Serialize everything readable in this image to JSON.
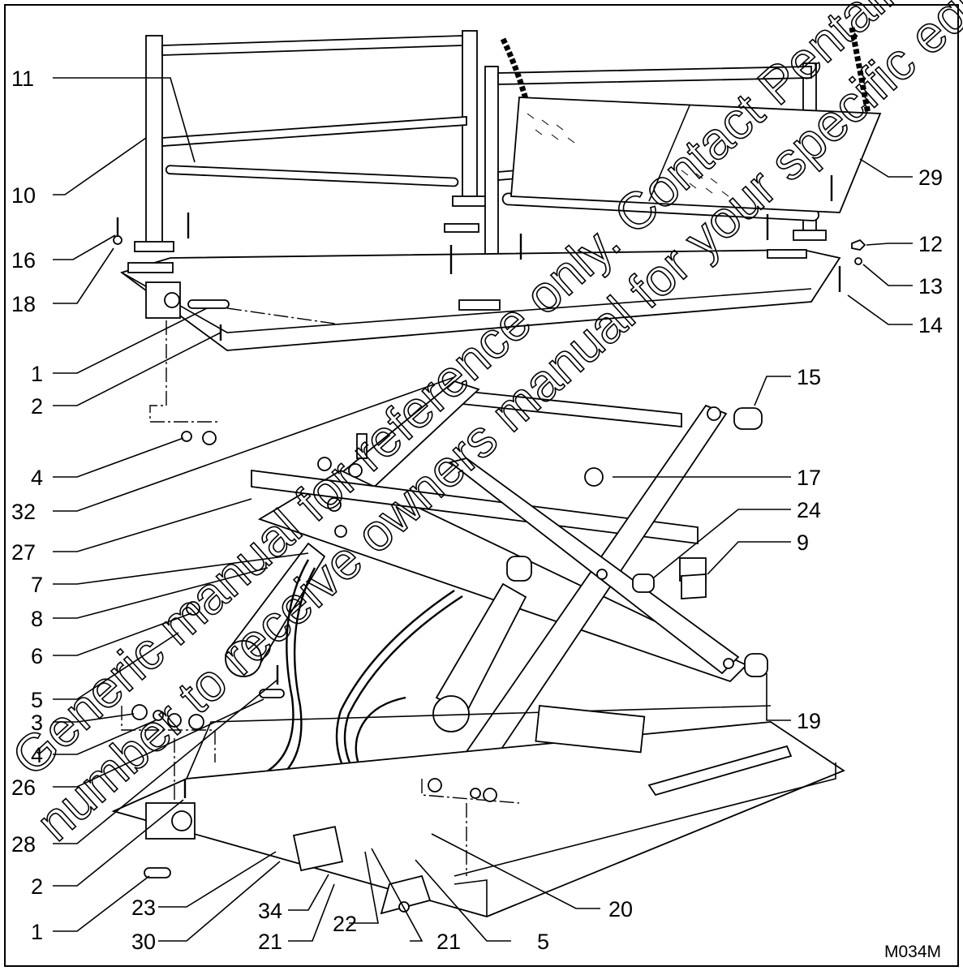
{
  "diagram": {
    "drawing_code": "M034M",
    "watermark": [
      "Generic manual for reference only. Contact Pentalift with product",
      "number to receive owners manual for your specific equipment."
    ],
    "callouts": [
      {
        "id": "c11",
        "label": "11"
      },
      {
        "id": "c10",
        "label": "10"
      },
      {
        "id": "c16",
        "label": "16"
      },
      {
        "id": "c18",
        "label": "18"
      },
      {
        "id": "c1a",
        "label": "1"
      },
      {
        "id": "c2a",
        "label": "2"
      },
      {
        "id": "c4a",
        "label": "4"
      },
      {
        "id": "c32",
        "label": "32"
      },
      {
        "id": "c27",
        "label": "27"
      },
      {
        "id": "c7",
        "label": "7"
      },
      {
        "id": "c8",
        "label": "8"
      },
      {
        "id": "c6",
        "label": "6"
      },
      {
        "id": "c5a",
        "label": "5"
      },
      {
        "id": "c3",
        "label": "3"
      },
      {
        "id": "c4b",
        "label": "4"
      },
      {
        "id": "c26",
        "label": "26"
      },
      {
        "id": "c28",
        "label": "28"
      },
      {
        "id": "c2b",
        "label": "2"
      },
      {
        "id": "c1b",
        "label": "1"
      },
      {
        "id": "c23",
        "label": "23"
      },
      {
        "id": "c30",
        "label": "30"
      },
      {
        "id": "c34",
        "label": "34"
      },
      {
        "id": "c21a",
        "label": "21"
      },
      {
        "id": "c22",
        "label": "22"
      },
      {
        "id": "c21b",
        "label": "21"
      },
      {
        "id": "c5b",
        "label": "5"
      },
      {
        "id": "c20",
        "label": "20"
      },
      {
        "id": "c19",
        "label": "19"
      },
      {
        "id": "c9",
        "label": "9"
      },
      {
        "id": "c24",
        "label": "24"
      },
      {
        "id": "c17",
        "label": "17"
      },
      {
        "id": "c15",
        "label": "15"
      },
      {
        "id": "c14",
        "label": "14"
      },
      {
        "id": "c13",
        "label": "13"
      },
      {
        "id": "c12",
        "label": "12"
      },
      {
        "id": "c29",
        "label": "29"
      }
    ]
  }
}
